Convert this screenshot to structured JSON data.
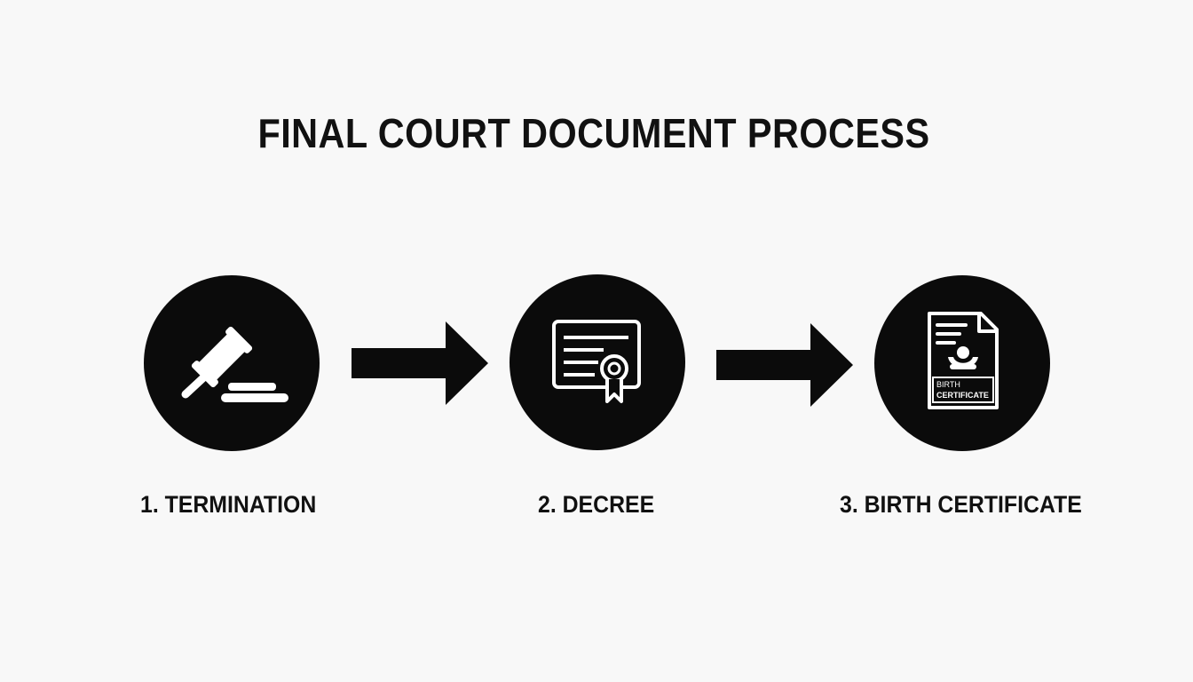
{
  "title": "FINAL COURT DOCUMENT PROCESS",
  "steps": [
    {
      "label": "1. TERMINATION",
      "icon": "gavel-icon"
    },
    {
      "label": "2. DECREE",
      "icon": "certificate-icon"
    },
    {
      "label": "3. BIRTH CERTIFICATE",
      "icon": "birth-certificate-icon",
      "icon_text_line1": "BIRTH",
      "icon_text_line2": "CERTIFICATE"
    }
  ],
  "colors": {
    "background": "#f8f8f8",
    "circle": "#0b0b0b",
    "icon": "#ffffff",
    "text": "#111111"
  }
}
